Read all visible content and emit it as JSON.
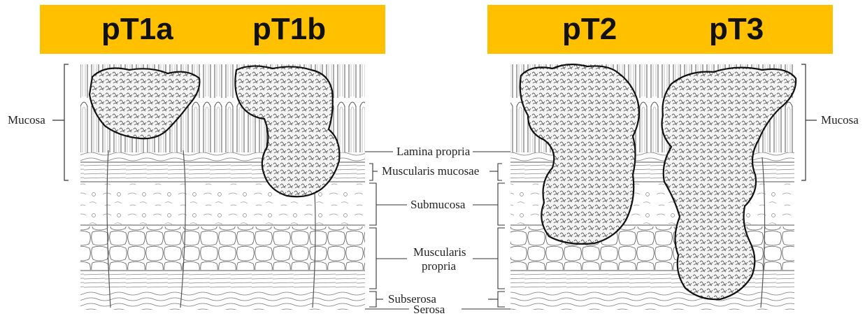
{
  "stages_left": [
    "pT1a",
    "pT1b"
  ],
  "stages_right": [
    "pT2",
    "pT3"
  ],
  "colors": {
    "banner": "#ffc000",
    "ink": "#222222",
    "tumor": "#2a2a2a"
  },
  "side_labels": {
    "left": "Mucosa",
    "right": "Mucosa"
  },
  "layers": {
    "lamina_propria": "Lamina propria",
    "muscularis_mucosae": "Muscularis mucosae",
    "submucosa": "Submucosa",
    "muscularis_propria_1": "Muscularis",
    "muscularis_propria_2": "propria",
    "subserosa": "Subserosa",
    "serosa": "Serosa"
  }
}
